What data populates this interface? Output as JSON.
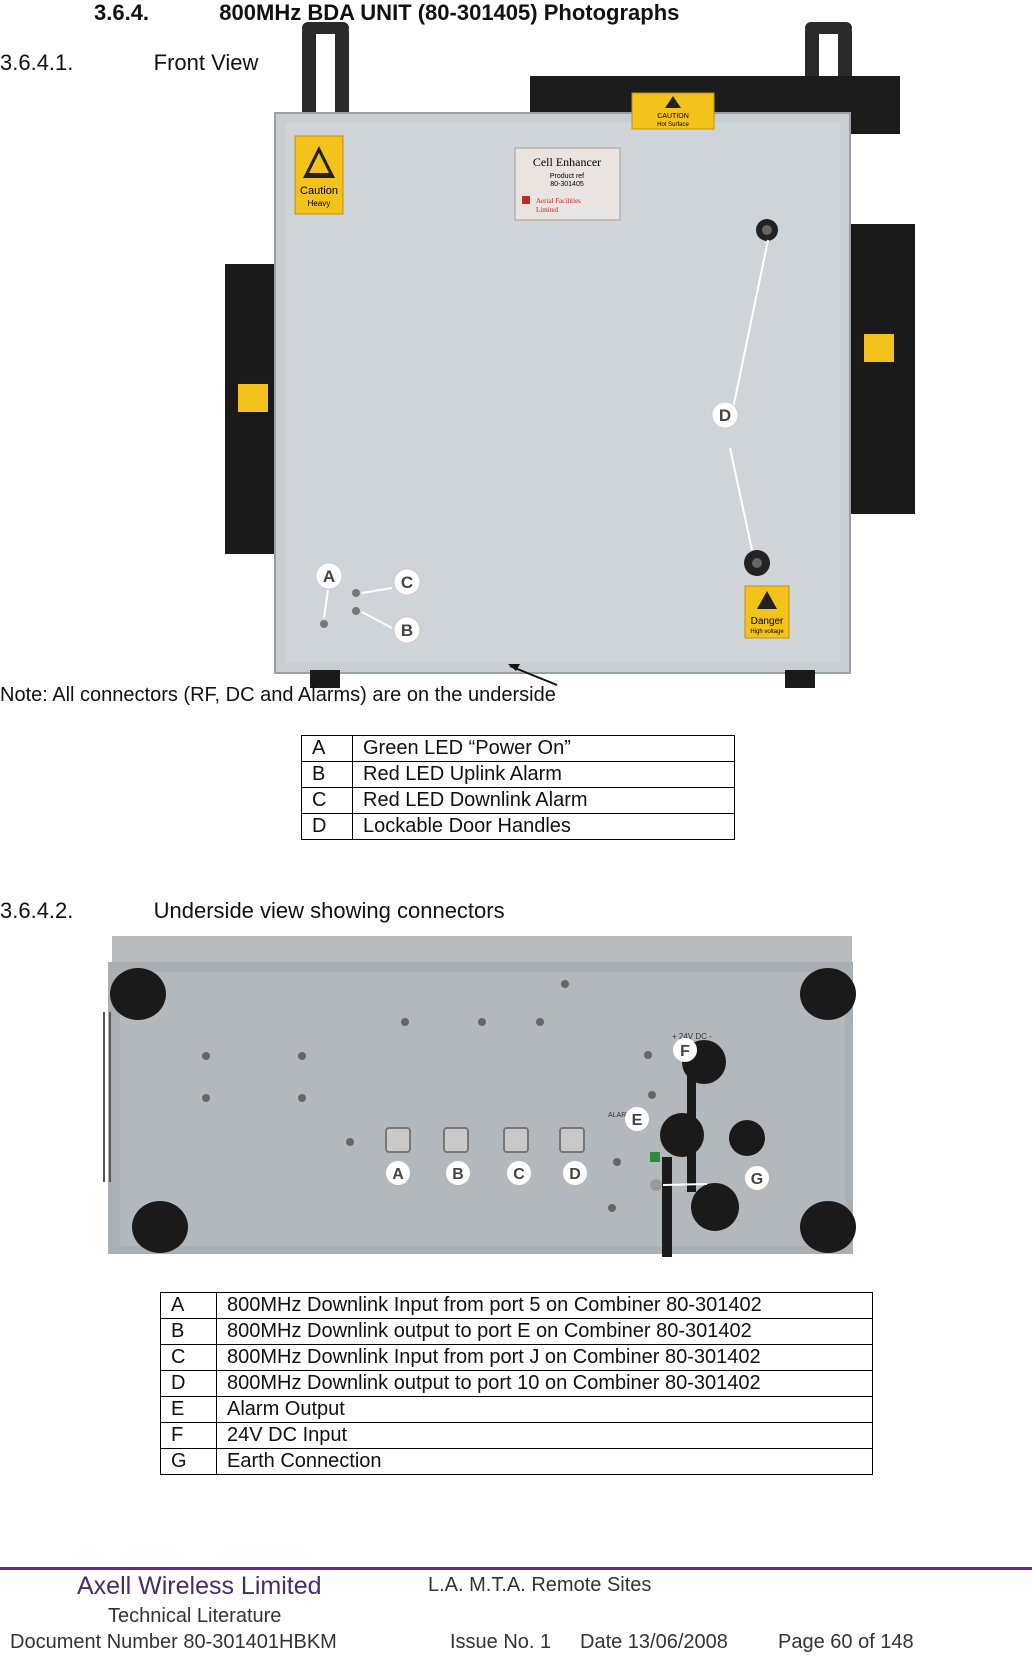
{
  "section": {
    "number": "3.6.4.",
    "title": "800MHz BDA UNIT (80-301405) Photographs"
  },
  "front_view": {
    "number": "3.6.4.1.",
    "title": "Front View",
    "note": "Note: All connectors (RF, DC and Alarms) are on the underside",
    "photo_labels": [
      "A",
      "B",
      "C",
      "D"
    ],
    "photo_text": {
      "caution_top": "CAUTION",
      "caution_top_sub": "Hot Surface",
      "caution_left": "Caution",
      "caution_left_sub": "Heavy",
      "nameplate_title": "Cell Enhancer",
      "nameplate_line1": "Product ref",
      "nameplate_line2": "80-301405",
      "nameplate_company": "Aerial Facilities",
      "nameplate_company2": "Limited",
      "danger": "Danger",
      "danger_sub": "High voltage"
    },
    "key": [
      {
        "id": "A",
        "desc": "Green LED “Power On”"
      },
      {
        "id": "B",
        "desc": "Red LED Uplink Alarm"
      },
      {
        "id": "C",
        "desc": "Red LED Downlink Alarm"
      },
      {
        "id": "D",
        "desc": "Lockable Door Handles"
      }
    ]
  },
  "underside_view": {
    "number": "3.6.4.2.",
    "title": "Underside view showing connectors",
    "photo_labels": [
      "A",
      "B",
      "C",
      "D",
      "E",
      "F",
      "G"
    ],
    "photo_text": {
      "dc_label": "+ 24V DC -",
      "alarm_label": "ALARM"
    },
    "key": [
      {
        "id": "A",
        "desc": "800MHz Downlink Input from port 5 on Combiner 80-301402"
      },
      {
        "id": "B",
        "desc": "800MHz Downlink output to port E on Combiner 80-301402"
      },
      {
        "id": "C",
        "desc": "800MHz Downlink Input from port J on Combiner 80-301402"
      },
      {
        "id": "D",
        "desc": "800MHz Downlink output to port 10 on Combiner 80-301402"
      },
      {
        "id": "E",
        "desc": "Alarm Output"
      },
      {
        "id": "F",
        "desc": "24V DC Input"
      },
      {
        "id": "G",
        "desc": "Earth Connection"
      }
    ]
  },
  "footer": {
    "company": "Axell Wireless Limited",
    "department": "Technical Literature",
    "document_number": "Document Number 80-301401HBKM",
    "project": "L.A. M.T.A. Remote Sites",
    "issue": "Issue No. 1",
    "date": "Date 13/06/2008",
    "page": "Page 60 of 148"
  }
}
